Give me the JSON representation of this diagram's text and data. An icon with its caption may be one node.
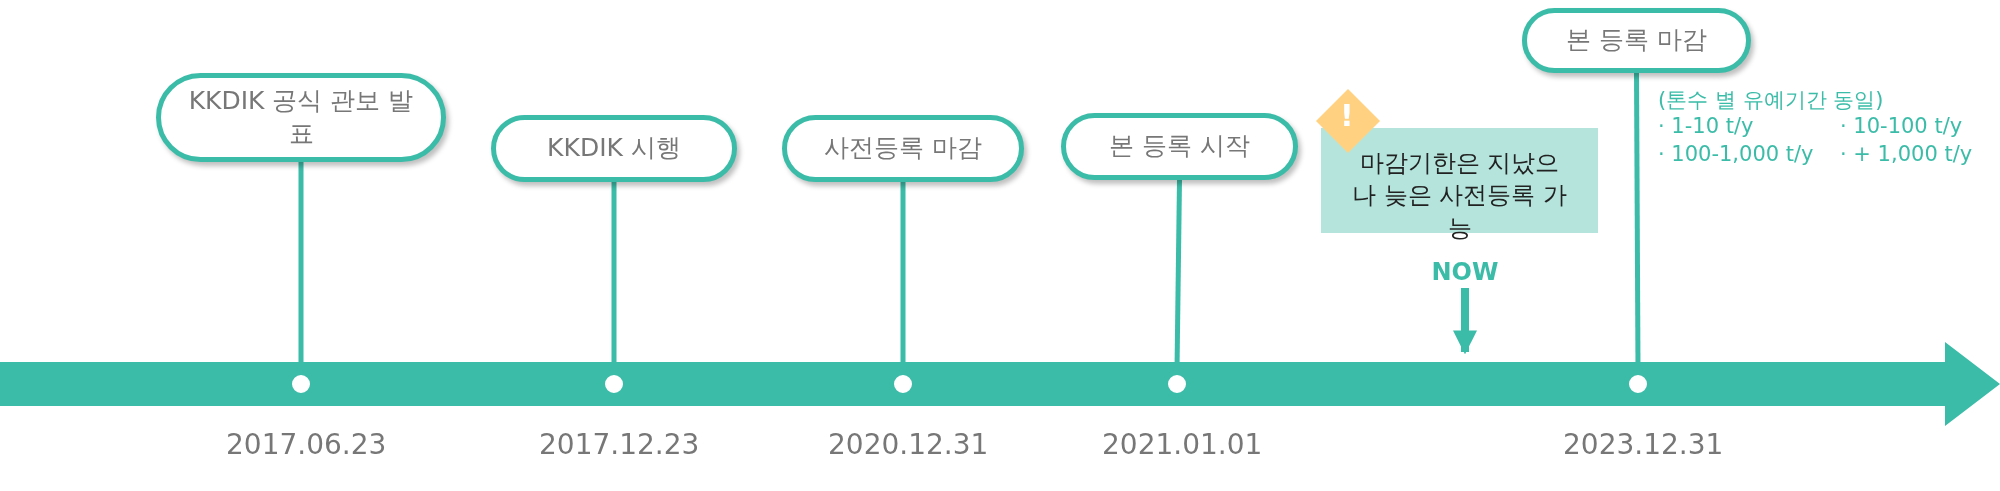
{
  "diagram": {
    "nodes": [
      {
        "text": [
          "KKDIK 공식 관보 발표"
        ]
      },
      {
        "text": [
          "KKDIK 시행"
        ]
      },
      {
        "text": [
          "사전등록 마감"
        ]
      },
      {
        "text": [
          "본 등록 시작"
        ]
      },
      {
        "text": [
          "!"
        ]
      },
      {
        "text": [
          "마감기한은 지났으나 늦은 사전등록 가능"
        ]
      },
      {
        "text": [
          "NOW"
        ]
      },
      {
        "text": [
          "본 등록 마감"
        ]
      },
      {
        "text": [],
        "shape": "circle",
        "beside": [
          "2017.06.23"
        ]
      },
      {
        "text": [],
        "shape": "circle",
        "beside": [
          "2017.12.23"
        ]
      },
      {
        "text": [],
        "shape": "circle",
        "beside": [
          "2020.12.31"
        ]
      },
      {
        "text": [],
        "shape": "circle",
        "beside": [
          "2021.01.01"
        ]
      },
      {
        "text": [],
        "shape": "circle",
        "beside": [
          "2023.12.31"
        ]
      }
    ],
    "edges": [
      {
        "from": 0,
        "to": 8,
        "arrow": "none"
      },
      {
        "from": 1,
        "to": 9,
        "arrow": "none"
      },
      {
        "from": 2,
        "to": 10,
        "arrow": "none"
      },
      {
        "from": 3,
        "to": 11,
        "arrow": "none"
      },
      {
        "from": 7,
        "to": 12,
        "arrow": "none"
      },
      {
        "from": 6,
        "to": null,
        "arrow": "to"
      }
    ],
    "labels": [
      "(톤수 별 유예기간 동일)",
      "· 1-10 t/y",
      "· 10-100 t/y",
      "· 100-1,000 t/y",
      "· + 1,000 t/y"
    ]
  }
}
